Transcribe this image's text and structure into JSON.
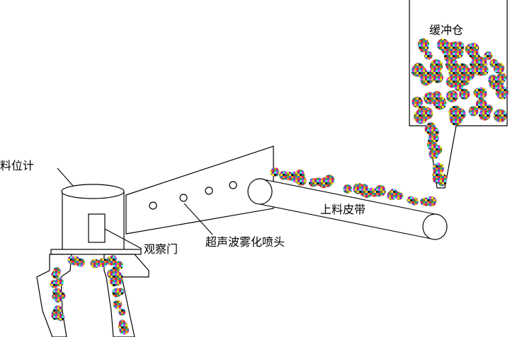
{
  "labels": {
    "buffer_bin": "缓冲仓",
    "feed_belt": "上料皮带",
    "ultrasonic_nozzle": "超声波雾化喷头",
    "observation_door": "观察门",
    "level_gauge": "料位计"
  },
  "colors": {
    "line": "#000000",
    "background": "#ffffff",
    "particle_palette": [
      "#e6194b",
      "#3cb44b",
      "#4363d8",
      "#f58231",
      "#911eb4",
      "#46f0f0",
      "#f032e6",
      "#bcf60c",
      "#ffe119",
      "#111111",
      "#008080",
      "#9a6324"
    ]
  }
}
